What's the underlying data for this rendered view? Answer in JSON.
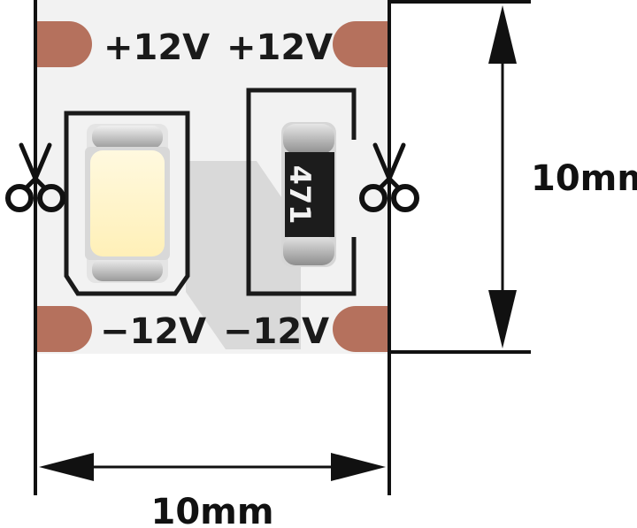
{
  "pads": {
    "top_left": "+12V",
    "top_right": "+12V",
    "bottom_left": "−12V",
    "bottom_right": "−12V"
  },
  "resistor": {
    "code": "471"
  },
  "dimensions": {
    "height": "10mm",
    "width": "10mm"
  },
  "colors": {
    "copper_pad": "#b5715d",
    "board": "#f2f2f2",
    "led": "#fff3c4",
    "resistor_body": "#1c1c1c"
  },
  "icons": [
    "scissors-icon",
    "scissors-icon"
  ]
}
